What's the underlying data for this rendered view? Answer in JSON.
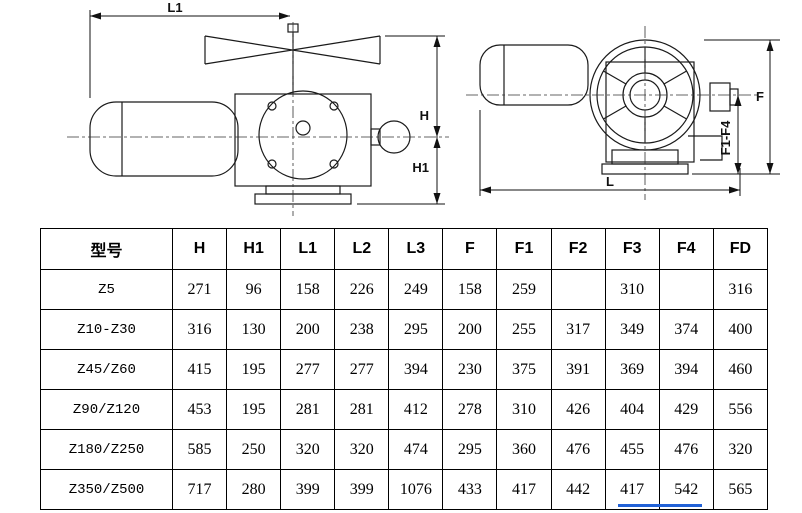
{
  "drawing": {
    "front_view": {
      "dim_l1": "L1",
      "dim_h": "H",
      "dim_h1": "H1"
    },
    "side_view": {
      "dim_f": "F",
      "dim_f1_f4": "F1-F4",
      "dim_l": "L"
    }
  },
  "table": {
    "headers": [
      "型号",
      "H",
      "H1",
      "L1",
      "L2",
      "L3",
      "F",
      "F1",
      "F2",
      "F3",
      "F4",
      "FD"
    ],
    "rows": [
      [
        "Z5",
        "271",
        "96",
        "158",
        "226",
        "249",
        "158",
        "259",
        "",
        "310",
        "",
        "316"
      ],
      [
        "Z10-Z30",
        "316",
        "130",
        "200",
        "238",
        "295",
        "200",
        "255",
        "317",
        "349",
        "374",
        "400"
      ],
      [
        "Z45/Z60",
        "415",
        "195",
        "277",
        "277",
        "394",
        "230",
        "375",
        "391",
        "369",
        "394",
        "460"
      ],
      [
        "Z90/Z120",
        "453",
        "195",
        "281",
        "281",
        "412",
        "278",
        "310",
        "426",
        "404",
        "429",
        "556"
      ],
      [
        "Z180/Z250",
        "585",
        "250",
        "320",
        "320",
        "474",
        "295",
        "360",
        "476",
        "455",
        "476",
        "320"
      ],
      [
        "Z350/Z500",
        "717",
        "280",
        "399",
        "399",
        "1076",
        "433",
        "417",
        "442",
        "417",
        "542",
        "565"
      ]
    ]
  },
  "colors": {
    "line": "#1a1a1a",
    "accent_underline": "#2262d6"
  }
}
